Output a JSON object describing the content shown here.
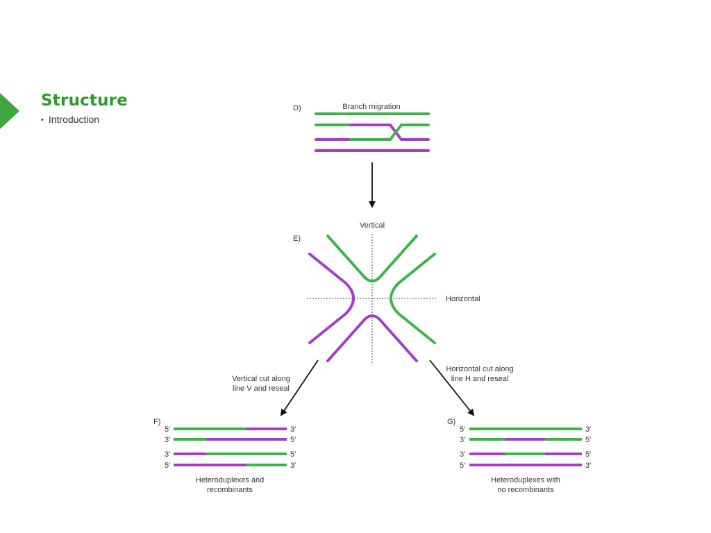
{
  "slide": {
    "title": "Structure",
    "bullets": [
      "Introduction"
    ],
    "bullet_glyph": "•",
    "marker_icon": "arrow-marker-icon"
  },
  "colors": {
    "accent_green": "#2e9a2a",
    "strand_green": "#3cb44a",
    "strand_purple": "#a33ec6",
    "text": "#333333"
  },
  "diagram": {
    "panel_d": {
      "label": "D)",
      "caption": "Branch migration"
    },
    "panel_e": {
      "label": "E)",
      "vertical_label": "Vertical",
      "horizontal_label": "Horizontal"
    },
    "left_arrow_caption": [
      "Vertical cut along",
      "line V and reseal"
    ],
    "right_arrow_caption": [
      "Horizontal cut along",
      "line H and reseal"
    ],
    "panel_f": {
      "label": "F)",
      "strands": [
        {
          "left": "5′",
          "right": "3′"
        },
        {
          "left": "3′",
          "right": "5′"
        },
        {
          "left": "3′",
          "right": "5′"
        },
        {
          "left": "5′",
          "right": "3′"
        }
      ],
      "caption": [
        "Heteroduplexes and",
        "recombinants"
      ]
    },
    "panel_g": {
      "label": "G)",
      "strands": [
        {
          "left": "5′",
          "right": "3′"
        },
        {
          "left": "3′",
          "right": "5′"
        },
        {
          "left": "3′",
          "right": "5′"
        },
        {
          "left": "5′",
          "right": "3′"
        }
      ],
      "caption": [
        "Heteroduplexes with",
        "no recombinants"
      ]
    }
  }
}
